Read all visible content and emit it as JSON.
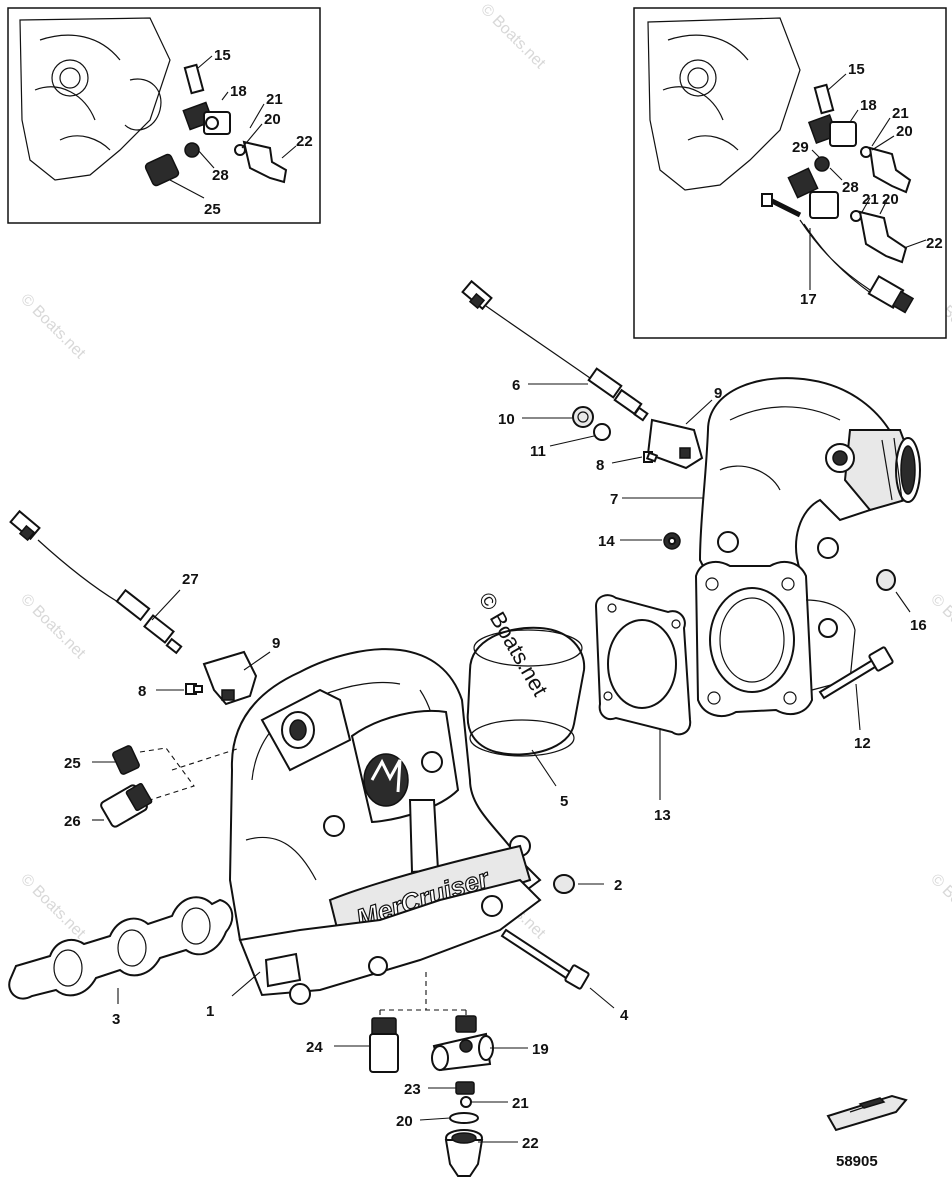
{
  "drawing_number": "58905",
  "brand_text": "MerCruiser",
  "watermark": "© Boats.net",
  "inset_left_callouts": [
    "15",
    "18",
    "21",
    "20",
    "22",
    "28",
    "25"
  ],
  "inset_right_callouts": [
    "15",
    "18",
    "21",
    "20",
    "29",
    "28",
    "21",
    "20",
    "22",
    "17"
  ],
  "main_callouts": [
    "1",
    "2",
    "3",
    "4",
    "5",
    "6",
    "7",
    "8",
    "8",
    "9",
    "9",
    "10",
    "11",
    "12",
    "13",
    "14",
    "16",
    "19",
    "20",
    "21",
    "22",
    "23",
    "24",
    "25",
    "26",
    "27"
  ]
}
